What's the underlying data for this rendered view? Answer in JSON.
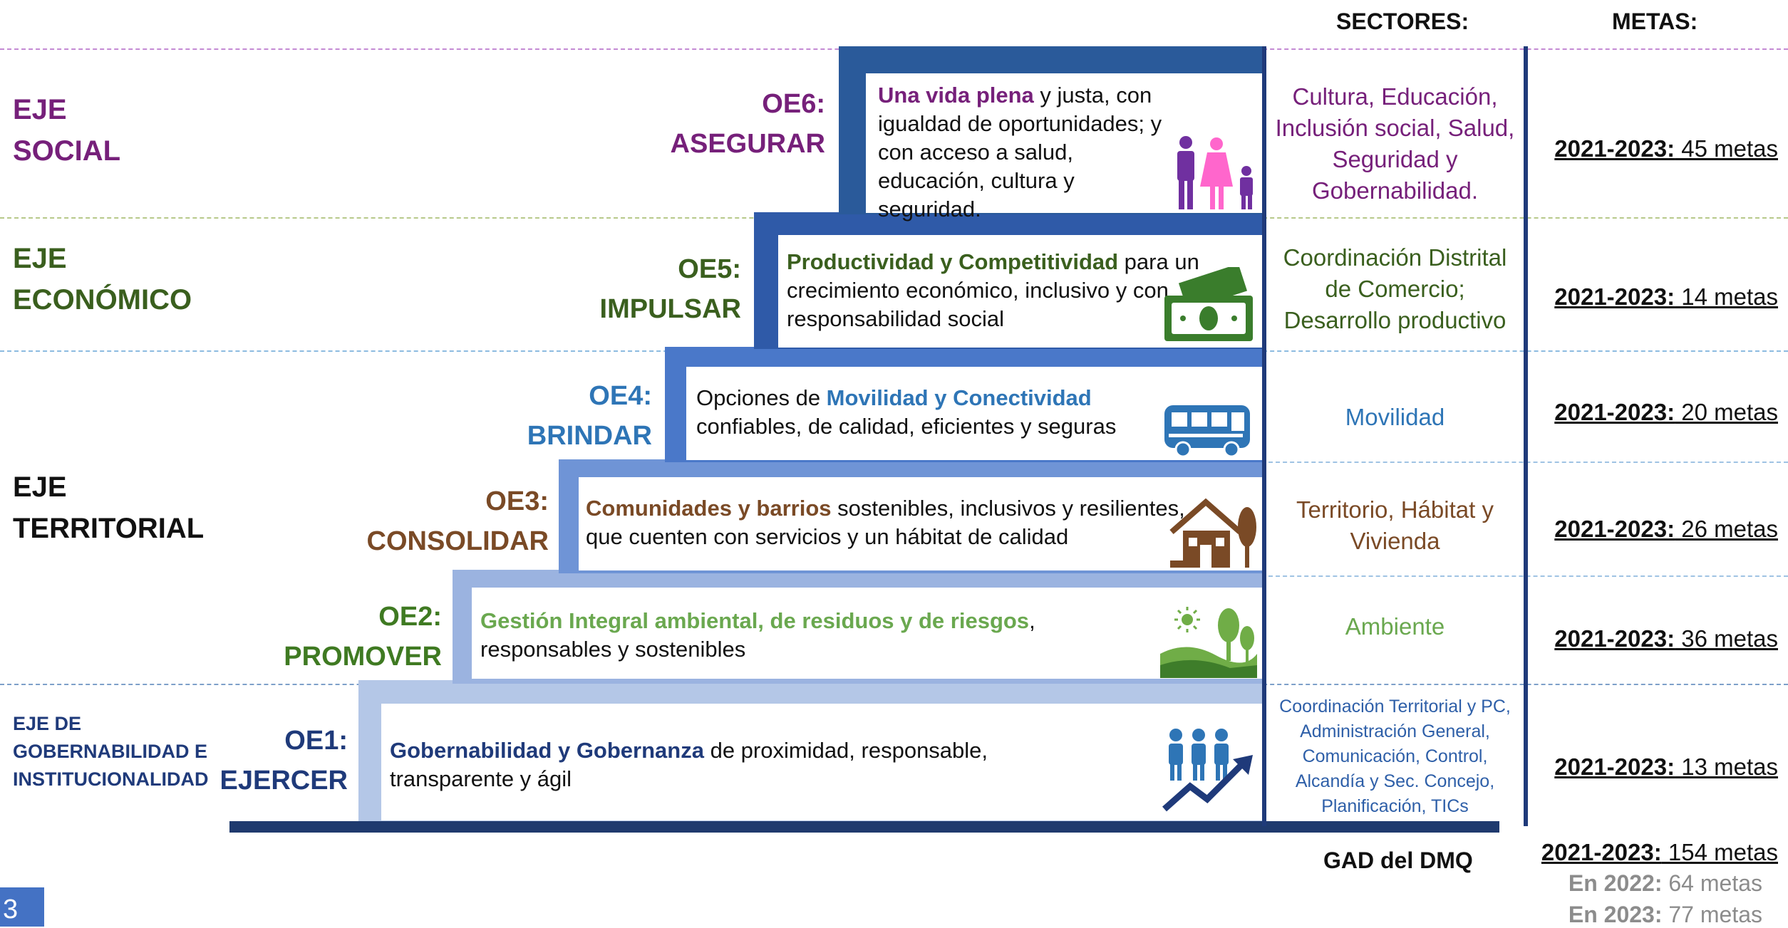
{
  "headers": {
    "sectores": "SECTORES:",
    "metas": "METAS:"
  },
  "axes": {
    "social": "EJE\nSOCIAL",
    "economico": "EJE\nECONÓMICO",
    "territorial": "EJE\nTERRITORIAL",
    "gobernabilidad": "EJE DE\nGOBERNABILIDAD E\nINSTITUCIONALIDAD"
  },
  "colors": {
    "social": "#76207a",
    "economico": "#3a5f1e",
    "oe4": "#2e75b6",
    "oe3": "#7a4a26",
    "oe2": "#3f7a22",
    "oe1": "#1f3a7a",
    "stair_dark": "#2a4a8a",
    "stair_light": "#b4c7e7"
  },
  "objectives": [
    {
      "code": "OE6:",
      "verb": "ASEGURAR",
      "highlight": "Una  vida plena",
      "rest": " y justa, con igualdad de oportunidades; y con acceso a salud, educación, cultura y seguridad.",
      "icon": "family-icon",
      "sector": "Cultura, Educación, Inclusión social, Salud, Seguridad y Gobernabilidad.",
      "meta_label": "2021-2023:",
      "meta_value": " 45 metas"
    },
    {
      "code": "OE5:",
      "verb": "IMPULSAR",
      "highlight": "Productividad y Competitividad",
      "rest": " para un crecimiento económico, inclusivo y con responsabilidad social",
      "icon": "money-icon",
      "sector": "Coordinación Distrital de Comercio; Desarrollo productivo",
      "meta_label": "2021-2023:",
      "meta_value": " 14 metas"
    },
    {
      "code": "OE4:",
      "verb": "BRINDAR",
      "pre": "Opciones de ",
      "highlight": "Movilidad y Conectividad",
      "rest": " confiables, de calidad, eficientes y seguras",
      "icon": "bus-icon",
      "sector": "Movilidad",
      "meta_label": "2021-2023:",
      "meta_value": " 20 metas"
    },
    {
      "code": "OE3:",
      "verb": "CONSOLIDAR",
      "highlight": "Comunidades y barrios",
      "rest": " sostenibles, inclusivos y resilientes, que cuenten con servicios y un hábitat de calidad",
      "icon": "house-icon",
      "sector": "Territorio, Hábitat y Vivienda",
      "meta_label": "2021-2023:",
      "meta_value": " 26 metas"
    },
    {
      "code": "OE2:",
      "verb": "PROMOVER",
      "highlight": "Gestión Integral ambiental, de residuos y de riesgos",
      "rest": ", responsables y sostenibles",
      "icon": "landscape-icon",
      "sector": "Ambiente",
      "meta_label": "2021-2023:",
      "meta_value": " 36 metas"
    },
    {
      "code": "OE1:",
      "verb": "EJERCER",
      "highlight": "Gobernabilidad y Gobernanza",
      "rest": " de proximidad, responsable, transparente y ágil",
      "icon": "people-growth-icon",
      "sector": "Coordinación Territorial y PC, Administración General, Comunicación, Control, Alcandía y Sec. Concejo, Planificación, TICs",
      "meta_label": "2021-2023:",
      "meta_value": " 13 metas"
    }
  ],
  "footer": {
    "gad": "GAD del DMQ",
    "total_label": "2021-2023:",
    "total_value": " 154 metas",
    "y2022_label": "En 2022:",
    "y2022_value": " 64 metas",
    "y2023_label": "En 2023:",
    "y2023_value": " 77 metas",
    "page_number": "3"
  }
}
